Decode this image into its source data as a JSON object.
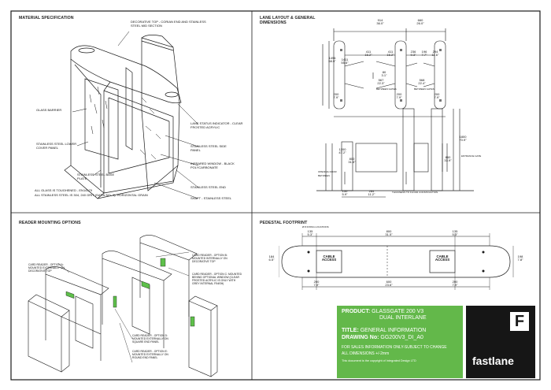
{
  "panels": {
    "material": {
      "title": "MATERIAL SPECIFICATION",
      "notes": {
        "decorative_top": "DECORATIVE TOP - CORIAN END AND STAINLESS STEEL MID SECTION",
        "glass_barrier": "GLASS BARRIER",
        "lower_cover": "STAINLESS STEEL LOWER COVER PANEL",
        "base_plate": "STAINLESS STEEL BASE PLATE",
        "lane_status": "LANE STATUS INDICATOR - CLEAR FROSTED ACRYLIC",
        "side_panel": "STAINLESS STEEL SIDE PANEL",
        "infrared_window": "INFRARED WINDOW - BLACK POLYCARBONATE",
        "steel_end": "STAINLESS STEEL END",
        "shaft": "SHAFT - STAINLESS STEEL",
        "spec1": "ALL GLASS IS TOUGHENED - EN14179",
        "spec2": "ALL STAINLESS STEEL IS 304, 240 GRIT (SATIN No. 4), HORIZONTAL GRAIN"
      }
    },
    "lane": {
      "title": "LANE LAYOUT & GENERAL DIMENSIONS",
      "dims": {
        "d914": "914",
        "d914i": "36.0\"",
        "d660": "660",
        "d660i": "26.0\"",
        "d411": "411",
        "d411i": "16.2\"",
        "d411b": "411",
        "d411bi": "16.2\"",
        "d236": "236",
        "d236i": "9.3\"",
        "d196": "196",
        "d196i": "7.7\"",
        "d294": "294",
        "d294i": "11.6\"",
        "d1496": "1496",
        "d1496i": "58.9\"",
        "d1411": "1411",
        "d1411i": "55.6\"",
        "d80": "80",
        "d80i": "3.1\"",
        "d567": "567",
        "d567i": "22.3\"",
        "d568": "568",
        "d568i": "22.4\"",
        "d200a": "200",
        "d200ai": "7.9\"",
        "d200b": "200",
        "d200bi": "7.9\"",
        "d200c": "200",
        "d200ci": "7.9\"",
        "d1200": "1200",
        "d1200i": "47.2\"",
        "d1800": "1800",
        "d1800i": "70.9\"",
        "d800": "800",
        "d800i": "31.5\"",
        "d860": "860",
        "d860i": "33.9\"",
        "d150": "150",
        "d150i": "5.9\"",
        "d284": "284",
        "d284i": "11.2\"",
        "between_gates": "BETWEEN GATES",
        "opening_door": "OPENING DOOR BETWEEN",
        "entrance": "ENTRANCE GATE",
        "thickness": "THICKNESS TO FLOOR CONSTRUCTION"
      }
    },
    "reader": {
      "title": "READER MOUNTING OPTIONS",
      "notes": {
        "reader_a": "CARD READER - OPTION A: MOUNTED EXTERNALLY ON DECORATIVE TOP",
        "reader_b": "CARD READER - OPTION B: MOUNTED INTERNALLY ON DECORATIVE TOP",
        "reader_c": "CARD READER - OPTION C: MOUNTED BEHIND OPTIONAL WINDOW (CLEAR FROSTED ACRYLIC IS ONLY WITH GREY INTERNAL FINISH)",
        "reader_d": "CARD READER - OPTION D: MOUNTED EXTERNALLY ON SQUARE END PANEL",
        "reader_e": "CARD READER - OPTION E: MOUNTED EXTERNALLY ON ROUND END PANEL"
      }
    },
    "pedestal": {
      "title": "PEDESTAL FOOTPRINT",
      "dims": {
        "fixing": "Ø 8 FIXING LOCATIONS",
        "d135a": "135",
        "d135ai": "5.3\"",
        "d800": "800",
        "d800i": "31.5\"",
        "d135b": "135",
        "d135bi": "5.3\"",
        "d184": "184",
        "d184i": "6.5\"",
        "d198": "198",
        "d198i": "7.8\"",
        "cable1": "CABLE ACCESS",
        "cable2": "CABLE ACCESS",
        "d200a": "200",
        "d200ai": "7.9\"",
        "d600": "600",
        "d600i": "23.6\"",
        "d200b": "200",
        "d200bi": "7.9\""
      }
    }
  },
  "title_block": {
    "product_label": "PRODUCT:",
    "product_value": "GLASSGATE 200 V3",
    "product_value2": "DUAL INTERLANE",
    "title_label": "TITLE:",
    "title_value": "GENERAL INFORMATION",
    "drawing_label": "DRAWING No:",
    "drawing_value": "GG200V3_DI_A0",
    "note1": "FOR SALES INFORMATION ONLY-SUBJECT TO CHANGE",
    "note2": "ALL DIMENSIONS +/-2mm",
    "copyright": "This document is the copyright of Integrated Design LTD",
    "logo_letter": "F",
    "logo_text": "fastlane"
  },
  "colors": {
    "green": "#63b84a",
    "line": "#1a1a1a",
    "reader": "#5ec04a",
    "logo_bg": "#161616"
  }
}
